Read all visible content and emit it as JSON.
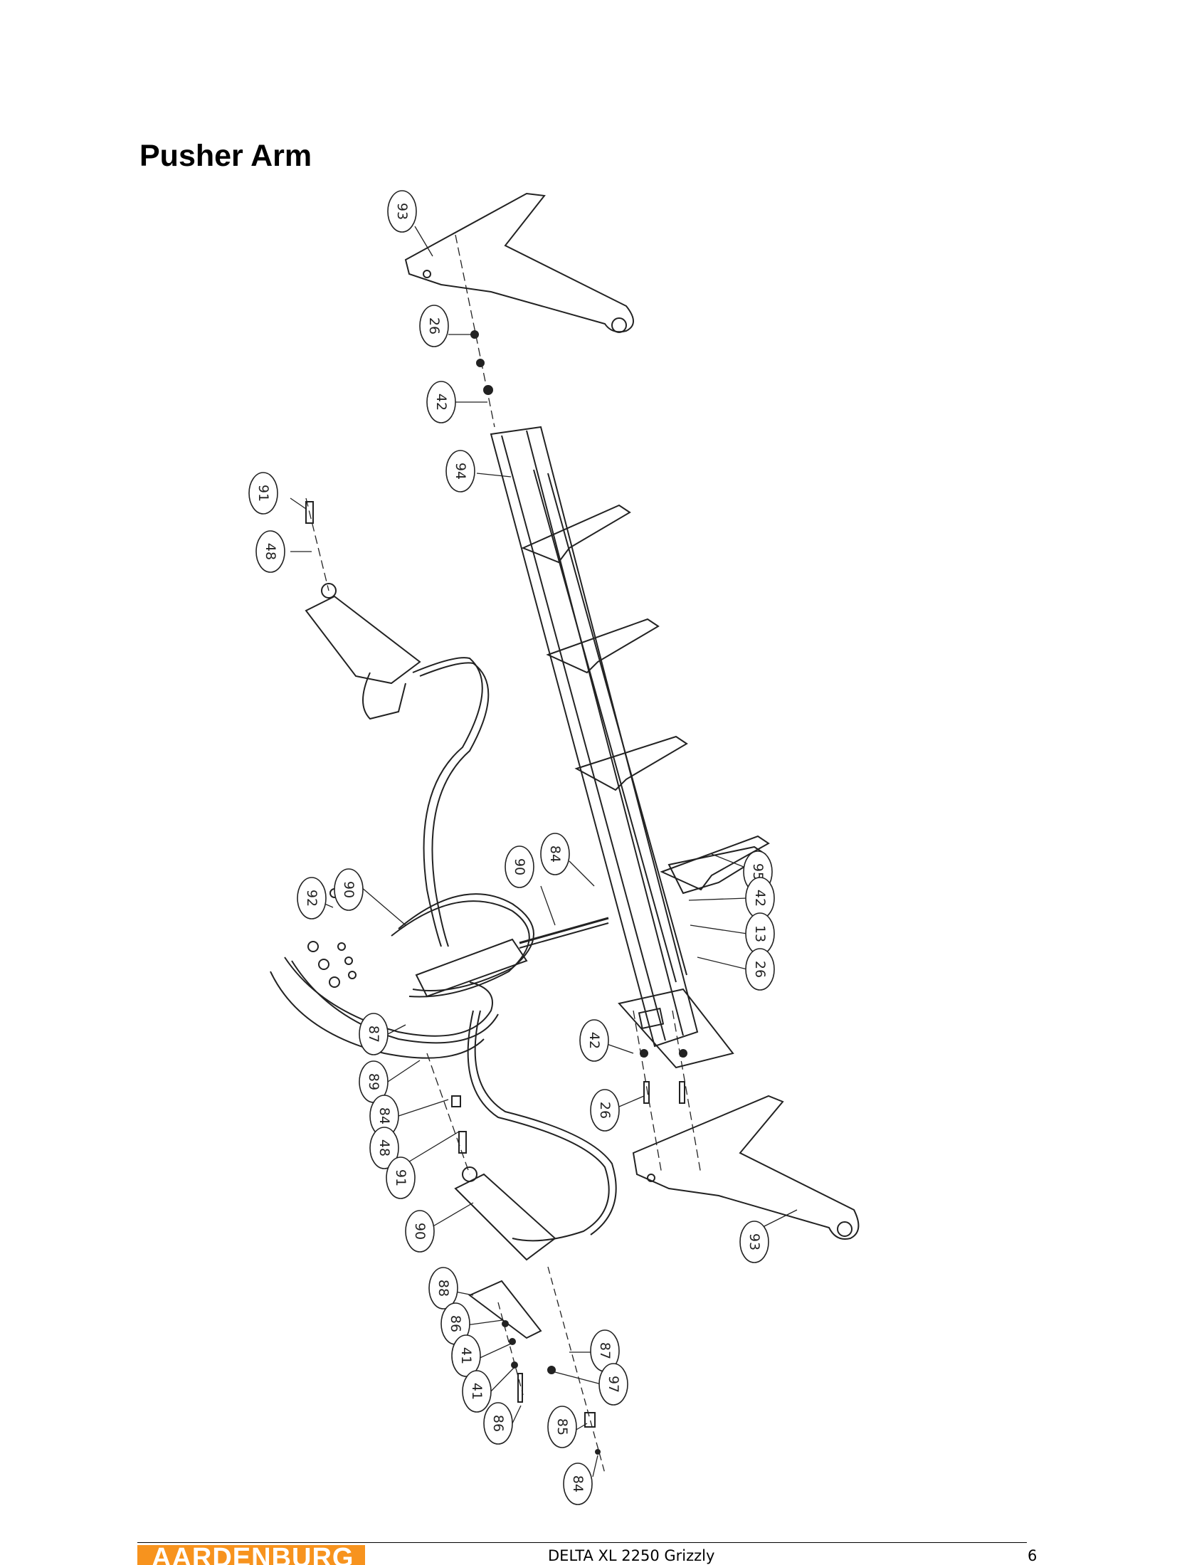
{
  "title": "Pusher Arm",
  "footer": {
    "brand": "AARDENBURG",
    "document": "DELTA XL 2250 Grizzly",
    "page_number": "6"
  },
  "callouts": [
    "93",
    "26",
    "42",
    "94",
    "91",
    "48",
    "90",
    "84",
    "92",
    "90",
    "95",
    "42",
    "13",
    "26",
    "42",
    "87",
    "89",
    "84",
    "48",
    "91",
    "26",
    "90",
    "93",
    "88",
    "86",
    "41",
    "41",
    "86",
    "87",
    "97",
    "85",
    "84"
  ]
}
